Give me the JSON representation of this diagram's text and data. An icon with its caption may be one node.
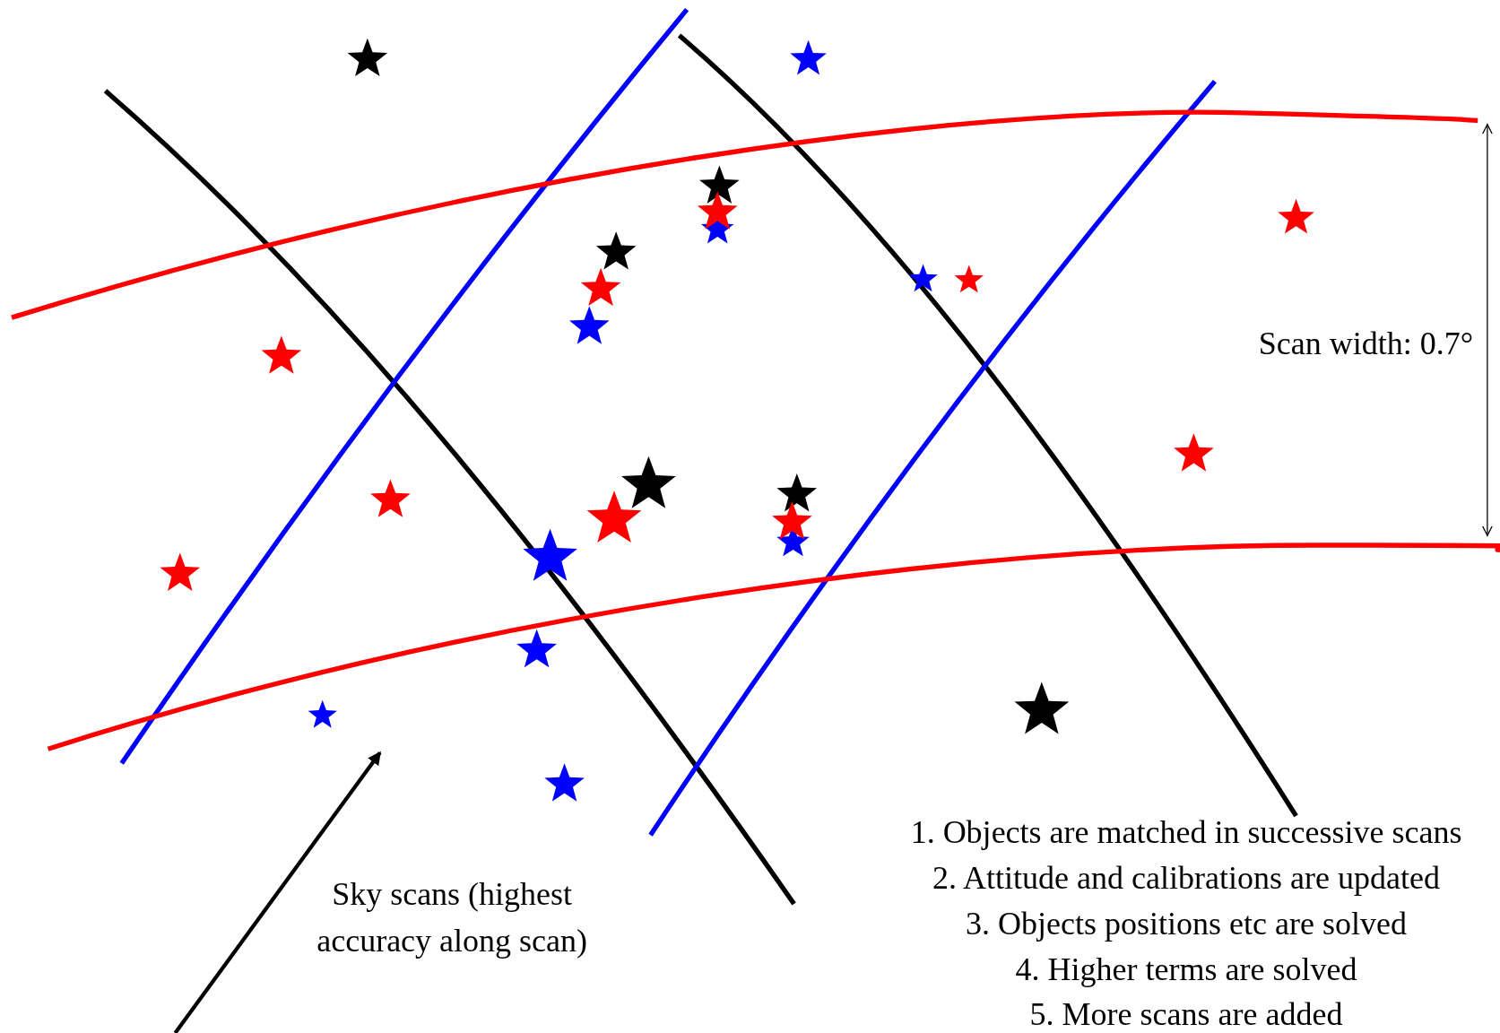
{
  "diagram": {
    "labels": [
      "Scan width: 0.7°",
      "Sky scans (highest accuracy along scan)",
      "1. Objects are matched in successive scans",
      "2. Attitude and calibrations are updated",
      "3. Objects positions etc are solved",
      "4. Higher terms are solved",
      "5. More scans are added"
    ]
  }
}
